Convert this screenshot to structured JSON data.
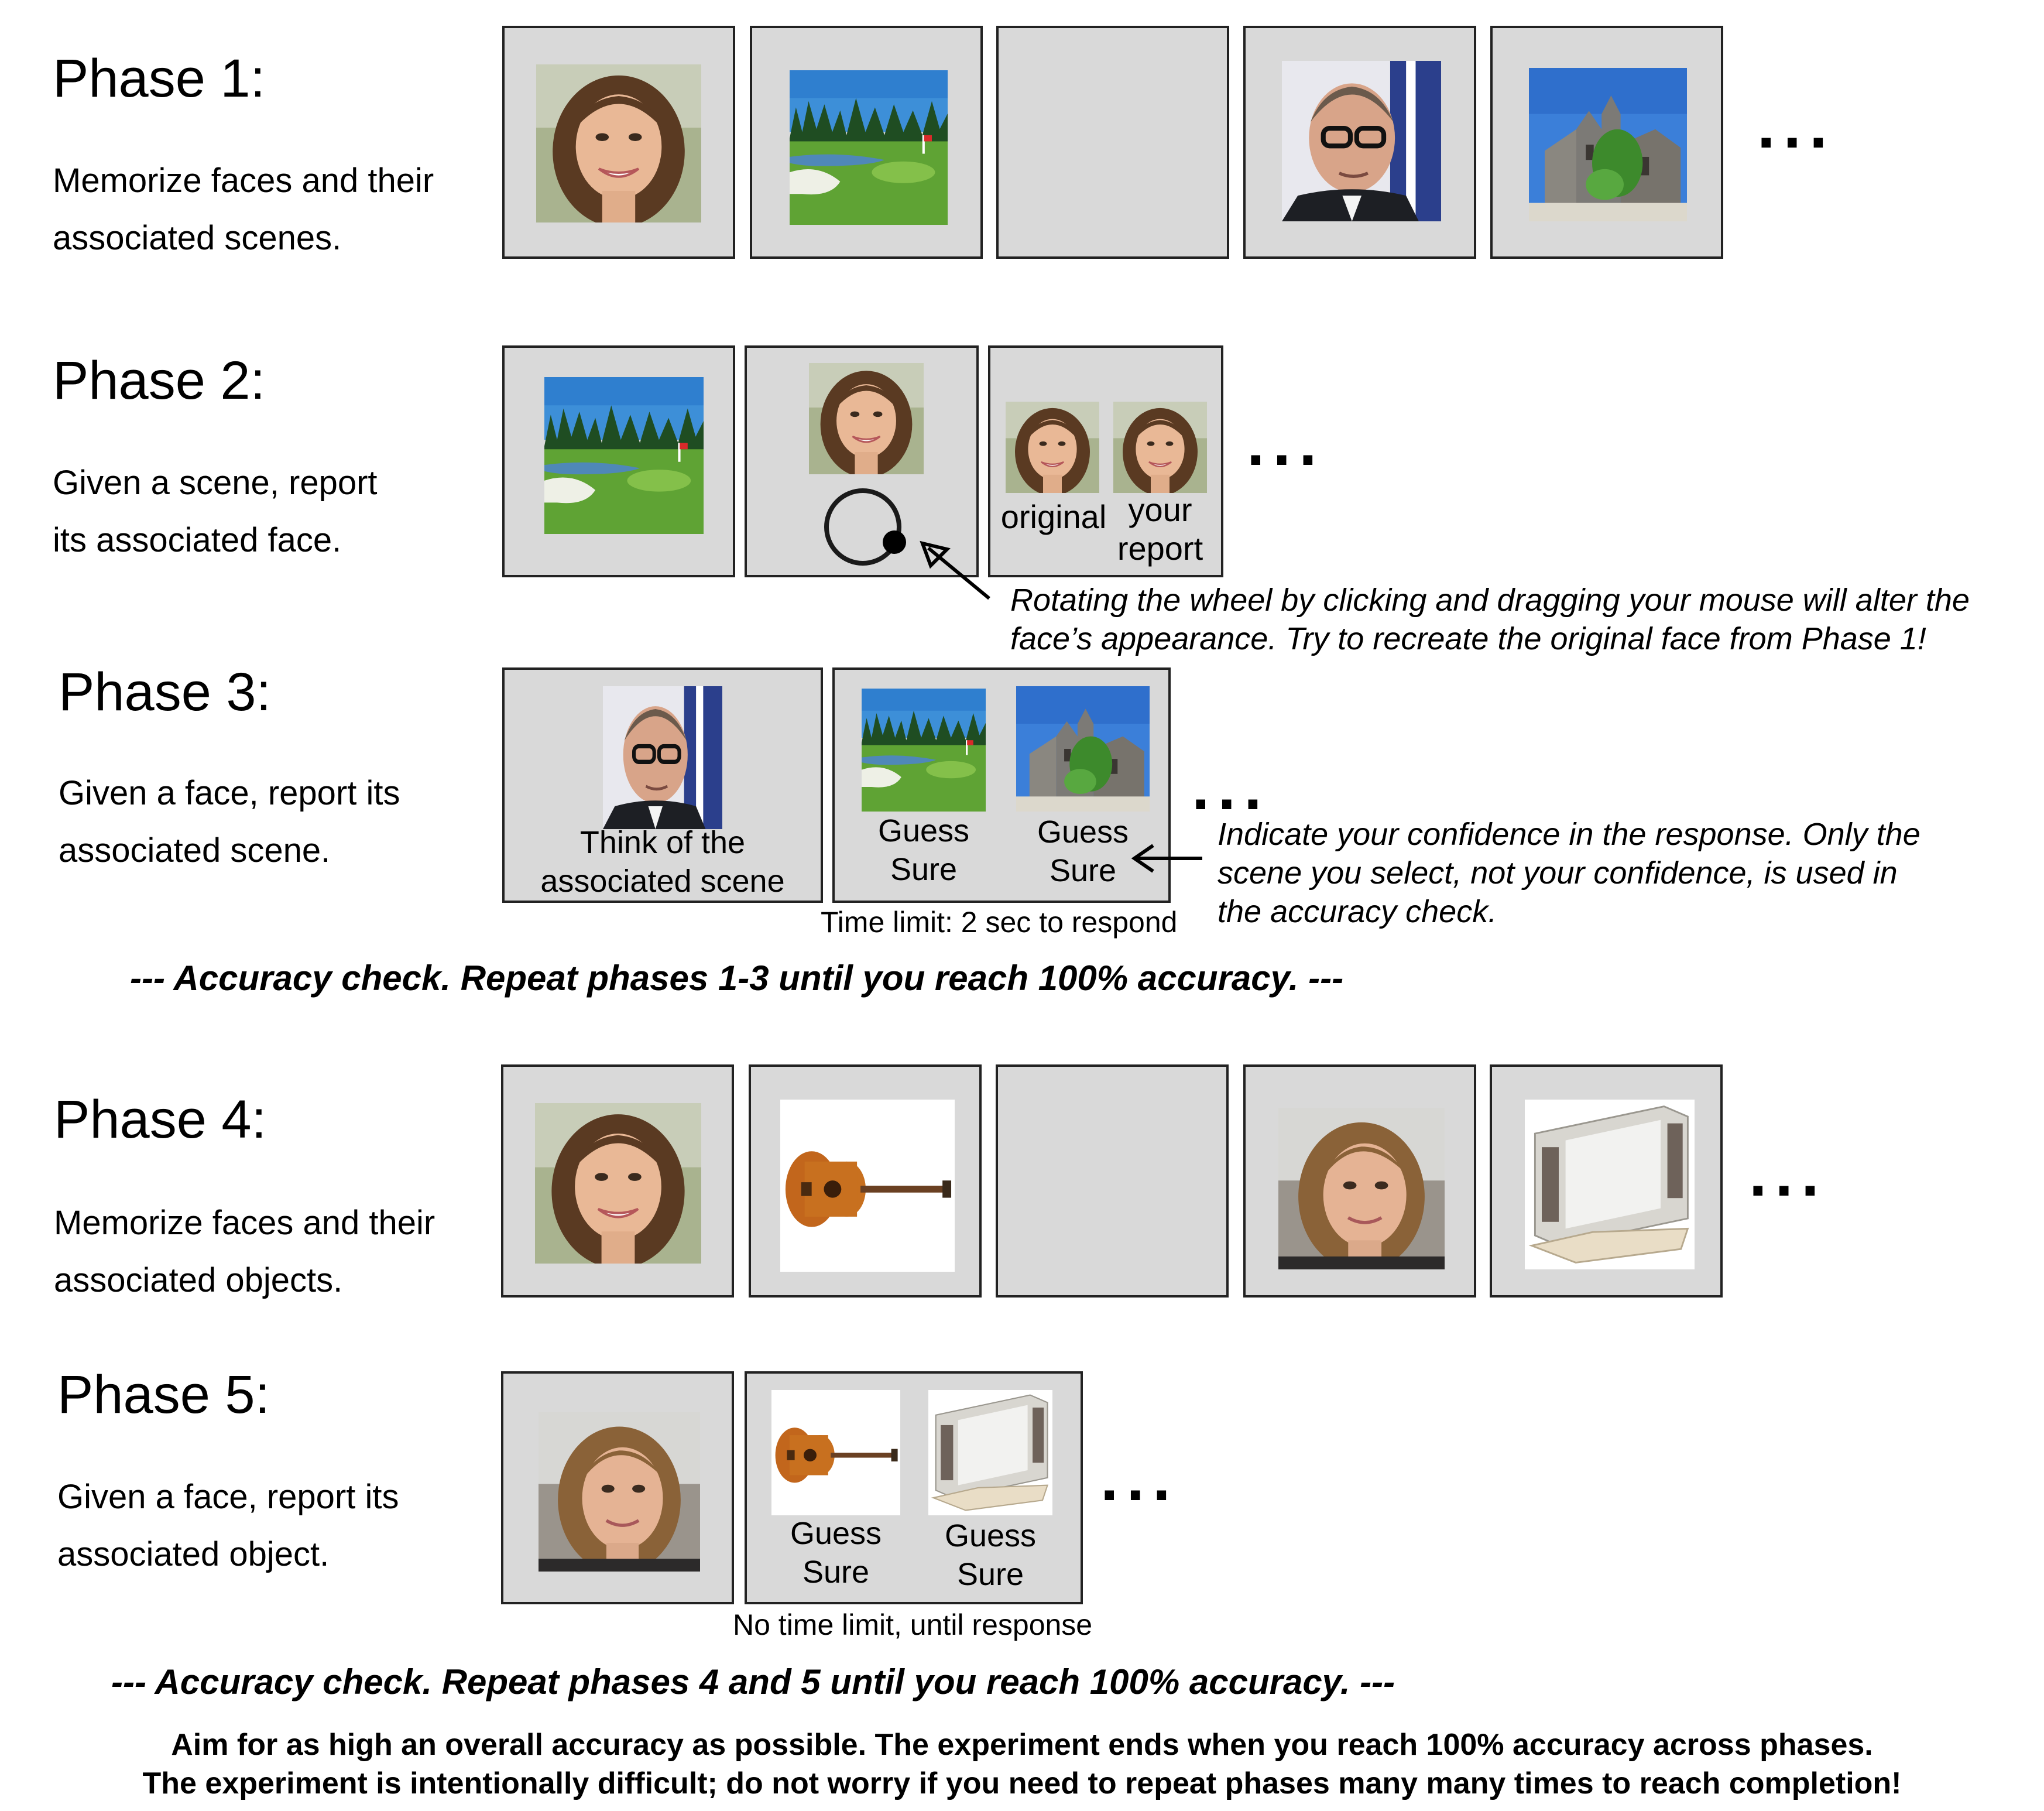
{
  "phases": [
    {
      "title": "Phase 1:",
      "desc": "Memorize faces and their\nassociated scenes."
    },
    {
      "title": "Phase 2:",
      "desc": "Given a scene, report\nits associated face."
    },
    {
      "title": "Phase 3:",
      "desc": "Given a face, report its\nassociated scene."
    },
    {
      "title": "Phase 4:",
      "desc": "Memorize faces and their\nassociated objects."
    },
    {
      "title": "Phase 5:",
      "desc": "Given a face, report its\nassociated object."
    }
  ],
  "ellipsis": "...",
  "phase2": {
    "original_label": "original",
    "report_label": "your\nreport",
    "note": "Rotating the wheel by clicking and dragging your mouse will alter the\nface’s appearance. Try to recreate the original face from Phase 1!"
  },
  "phase3": {
    "think_label": "Think of the\nassociated scene",
    "option_label": "Guess\nSure",
    "time_limit": "Time limit: 2 sec to respond",
    "note": "Indicate your confidence in the response. Only the\nscene you select, not your confidence, is used in\nthe accuracy check."
  },
  "check_1_3": "--- Accuracy check. Repeat phases 1-3 until you reach 100% accuracy. ---",
  "phase5": {
    "option_label": "Guess\nSure",
    "time_limit": "No time limit, until response"
  },
  "check_4_5": "--- Accuracy check. Repeat phases 4 and 5 until you reach 100% accuracy. ---",
  "final_line_1": "Aim for as high an overall accuracy as possible. The experiment ends when you reach 100% accuracy across phases.",
  "final_line_2": "The experiment is intentionally difficult; do not worry if you need to repeat phases many many times to reach completion!"
}
